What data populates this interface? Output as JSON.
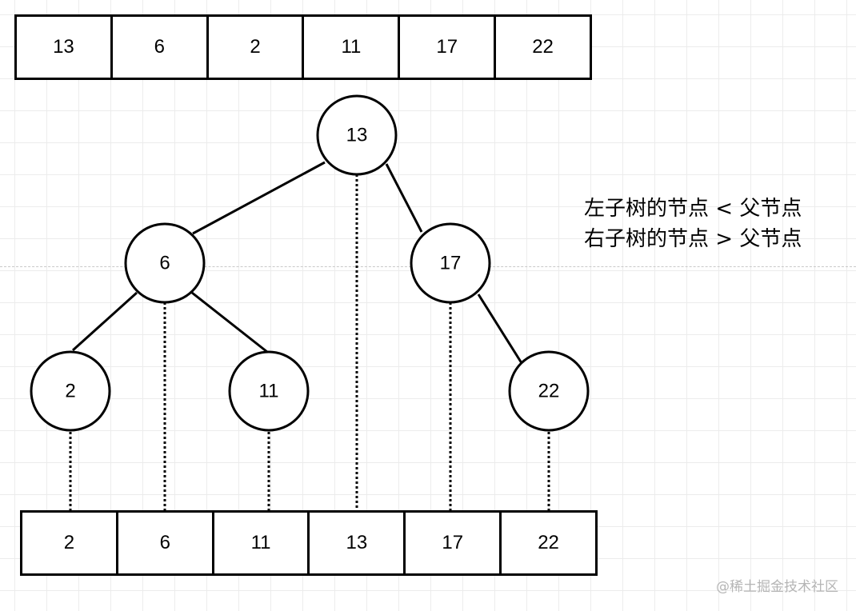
{
  "top_array": {
    "values": [
      "13",
      "6",
      "2",
      "11",
      "17",
      "22"
    ]
  },
  "bottom_array": {
    "values": [
      "2",
      "6",
      "11",
      "13",
      "17",
      "22"
    ]
  },
  "tree": {
    "nodes": [
      {
        "id": "n13",
        "label": "13"
      },
      {
        "id": "n6",
        "label": "6"
      },
      {
        "id": "n17",
        "label": "17"
      },
      {
        "id": "n2",
        "label": "2"
      },
      {
        "id": "n11",
        "label": "11"
      },
      {
        "id": "n22",
        "label": "22"
      }
    ],
    "edges": [
      {
        "from": "n13",
        "to": "n6"
      },
      {
        "from": "n13",
        "to": "n17"
      },
      {
        "from": "n6",
        "to": "n2"
      },
      {
        "from": "n6",
        "to": "n11"
      },
      {
        "from": "n17",
        "to": "n22"
      }
    ]
  },
  "note": {
    "line1": "左子树的节点 < 父节点",
    "line2": "右子树的节点 > 父节点"
  },
  "watermark": "@稀土掘金技术社区"
}
